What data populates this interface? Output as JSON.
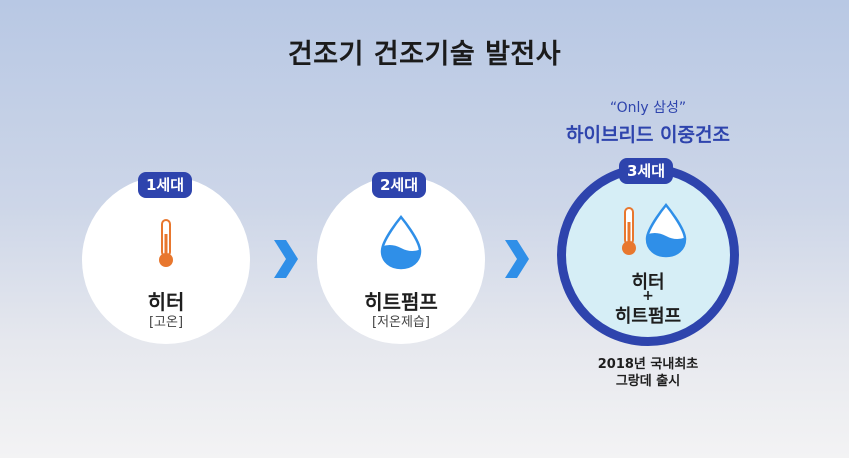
{
  "title": "건조기 건조기술 발전사",
  "generations": [
    {
      "badge": "1세대",
      "name": "히터",
      "detail": "[고온]",
      "icon": "thermometer-icon"
    },
    {
      "badge": "2세대",
      "name": "히트펌프",
      "detail": "[저온제습]",
      "icon": "water-drop-icon"
    },
    {
      "badge": "3세대",
      "tagline": "“Only 삼성”",
      "headline": "하이브리드 이중건조",
      "name_line1": "히터",
      "plus": "+",
      "name_line2": "히트펌프",
      "note_line1": "2018년 국내최초",
      "note_line2": "그랑데 출시",
      "icons": [
        "thermometer-icon",
        "water-drop-icon"
      ]
    }
  ],
  "colors": {
    "accent_blue": "#2e44ad",
    "arrow_blue": "#2f8fe8",
    "thermometer_orange": "#e8772e",
    "drop_blue": "#2f8fe8",
    "highlight_circle_fill": "#d6eef6"
  }
}
